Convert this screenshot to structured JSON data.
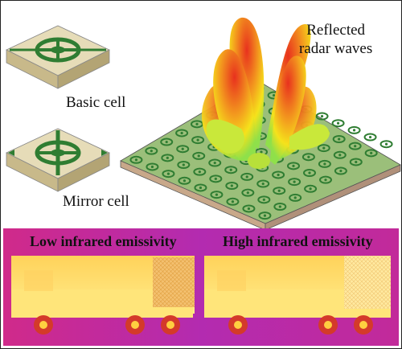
{
  "labels": {
    "basic_cell": "Basic cell",
    "mirror_cell": "Mirror cell",
    "reflected_line1": "Reflected",
    "reflected_line2": "radar waves"
  },
  "infrared": {
    "left_title": "Low infrared emissivity",
    "right_title": "High infrared emissivity"
  },
  "colors": {
    "substrate": "#c8b98a",
    "pattern": "#2f7d32",
    "board": "#8fbf6a",
    "lobe_hot": "#e8311e",
    "lobe_mid": "#f5c21b",
    "lobe_cool": "#7ed957",
    "ir_bg": "#c02aa8",
    "ir_hot": "#ffe066"
  }
}
